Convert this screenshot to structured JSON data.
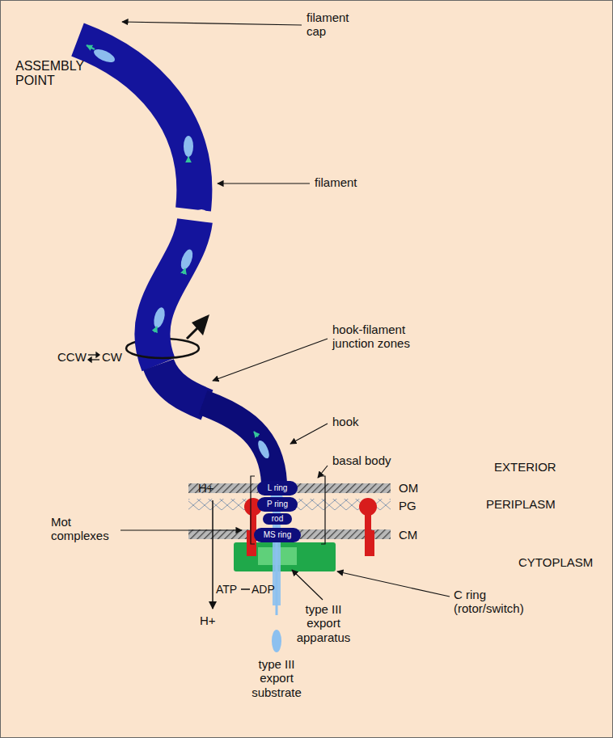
{
  "diagram": {
    "nodes": [
      {
        "text": [
          "L ring"
        ]
      },
      {
        "text": [
          "P ring"
        ]
      },
      {
        "text": [
          "rod"
        ]
      },
      {
        "text": [
          "MS ring"
        ]
      }
    ],
    "labels": [
      "filament cap",
      "ASSEMBLY POINT",
      "filament",
      "hook-filament junction zones",
      "CCW",
      "CW",
      "hook",
      "basal body",
      "EXTERIOR",
      "H+",
      "OM",
      "PG",
      "PERIPLASM",
      "Mot complexes",
      "CM",
      "CYTOPLASM",
      "C ring (rotor/switch)",
      "H+",
      "ATP",
      "ADP",
      "type III export apparatus",
      "type III export substrate"
    ]
  }
}
